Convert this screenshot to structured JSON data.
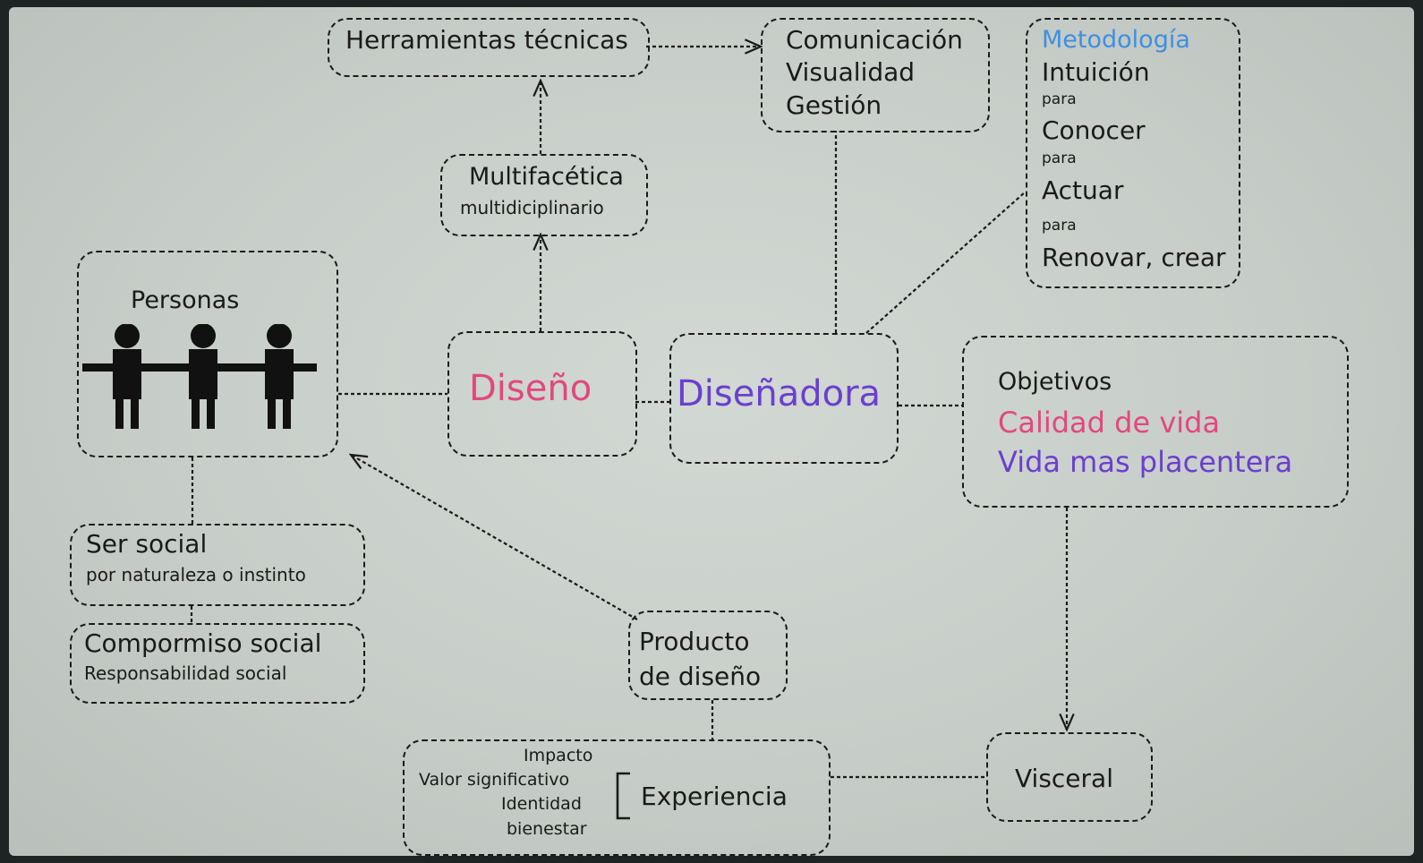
{
  "colors": {
    "ink": "#1a1a1a",
    "pink": "#e2487f",
    "purple": "#6b3fd0",
    "blue": "#3f8fe0"
  },
  "nodes": {
    "herramientas": "Herramientas técnicas",
    "comunicacion": [
      "Comunicación",
      "Visualidad",
      "Gestión"
    ],
    "metodologia": {
      "title": "Metodología",
      "lines": [
        "Intuición",
        "para",
        "Conocer",
        "para",
        "Actuar",
        "para",
        "Renovar, crear"
      ]
    },
    "multifacetica": {
      "title": "Multifacética",
      "subtitle": "multidiciplinario"
    },
    "personas": {
      "title": "Personas",
      "icon": "person-figures-icon"
    },
    "diseno": "Diseño",
    "disenadora": "Diseñadora",
    "objetivos": {
      "title": "Objetivos",
      "line1": "Calidad de vida",
      "line2": "Vida mas placentera"
    },
    "ser_social": {
      "title": "Ser social",
      "subtitle": "por naturaleza o instinto"
    },
    "compromiso": {
      "title": "Compormiso social",
      "subtitle": "Responsabilidad social"
    },
    "producto": [
      "Producto",
      "de diseño"
    ],
    "experiencia": {
      "items": [
        "Impacto",
        "Valor significativo",
        "Identidad",
        "bienestar"
      ],
      "label": "Experiencia"
    },
    "visceral": "Visceral"
  }
}
